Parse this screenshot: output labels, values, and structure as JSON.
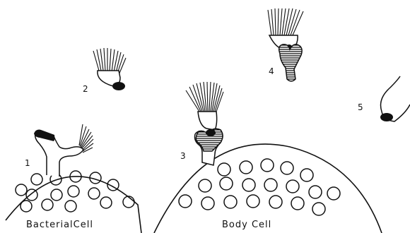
{
  "labels": {
    "bacterial_cell": "BacterialCell",
    "body_cell": "Body Cell",
    "stage_1": "1",
    "stage_2": "2",
    "stage_3": "3",
    "stage_4": "4",
    "stage_5": "5"
  },
  "colors": {
    "ink": "#111111",
    "background": "#ffffff"
  }
}
